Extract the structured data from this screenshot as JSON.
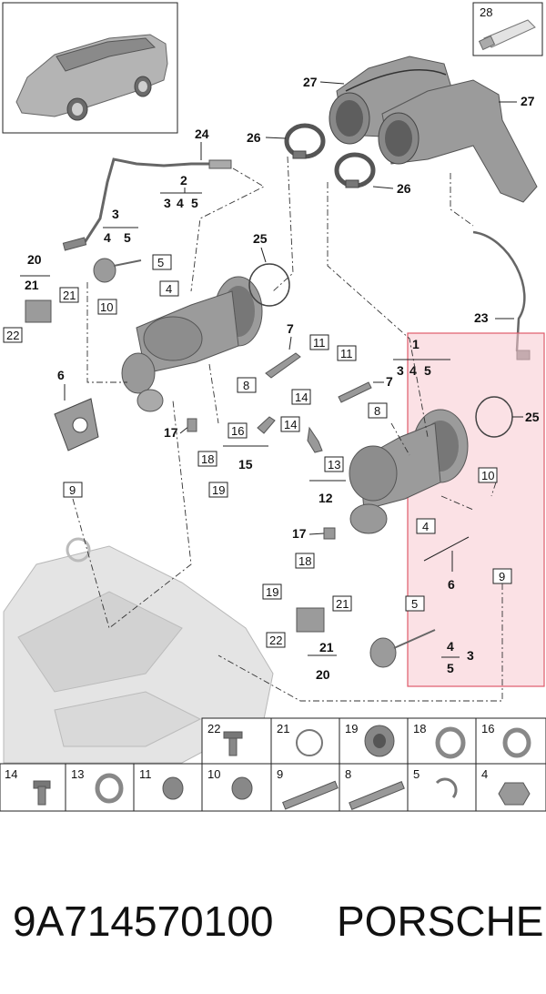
{
  "footer": {
    "part_number": "9A714570100",
    "brand": "PORSCHE"
  },
  "colors": {
    "highlight_fill": "#f7c9cf",
    "highlight_stroke": "#e05a6a"
  },
  "callouts": {
    "c27a": "27",
    "c27b": "27",
    "c28": "28",
    "c26a": "26",
    "c26b": "26",
    "c24": "24",
    "c2": "2",
    "c2_3": "3",
    "c2_4": "4",
    "c2_5": "5",
    "c3": "3",
    "c3_4": "4",
    "c3_5": "5",
    "c5a": "5",
    "c20a": "20",
    "c21a": "21",
    "c21b": "21",
    "c22a": "22",
    "c25a": "25",
    "c4a": "4",
    "c10a": "10",
    "c6a": "6",
    "c7a": "7",
    "c11a": "11",
    "c8a": "8",
    "c23": "23",
    "c1": "1",
    "c1_3": "3",
    "c1_4": "4",
    "c1_5": "5",
    "c11b": "11",
    "c7b": "7",
    "c8b": "8",
    "c25b": "25",
    "c14a": "14",
    "c14b": "14",
    "c16a": "16",
    "c17a": "17",
    "c18a": "18",
    "c19a": "19",
    "c15": "15",
    "c13a": "13",
    "c12": "12",
    "c10b": "10",
    "c4b": "4",
    "c6b": "6",
    "c9a": "9",
    "c9b": "9",
    "c17b": "17",
    "c18b": "18",
    "c19b": "19",
    "c21c": "21",
    "c22b": "22",
    "c21d": "21",
    "c20b": "20",
    "c5b": "5",
    "c4c": "4",
    "c3b": "3",
    "c5c": "5"
  },
  "parts_table": {
    "row1": [
      "22",
      "21",
      "19",
      "18",
      "16"
    ],
    "row2": [
      "14",
      "13",
      "11",
      "10",
      "9",
      "8",
      "5",
      "4"
    ]
  }
}
